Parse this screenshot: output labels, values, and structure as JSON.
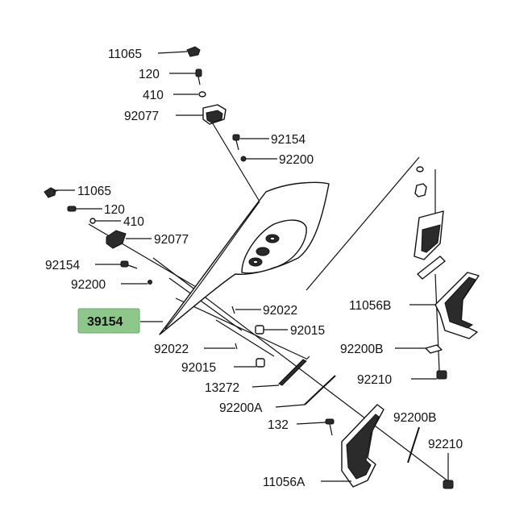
{
  "labels": {
    "p11065_top": "11065",
    "p120_top": "120",
    "p410_top": "410",
    "p92077_top": "92077",
    "p92154_top": "92154",
    "p92200_top": "92200",
    "p11065_mid": "11065",
    "p120_mid": "120",
    "p410_mid": "410",
    "p92077_mid": "92077",
    "p92154_mid": "92154",
    "p92200_mid": "92200",
    "p39154": "39154",
    "p92022_right": "92022",
    "p92015_right": "92015",
    "p11056B": "11056B",
    "p92200B_right": "92200B",
    "p92210_right": "92210",
    "p92022_left": "92022",
    "p92015_left": "92015",
    "p13272": "13272",
    "p92200A": "92200A",
    "p132": "132",
    "p92200B_low": "92200B",
    "p92210_low": "92210",
    "p11056A": "11056A"
  },
  "colors": {
    "highlight": "#8dc88a",
    "highlight_border": "#6aa866"
  }
}
